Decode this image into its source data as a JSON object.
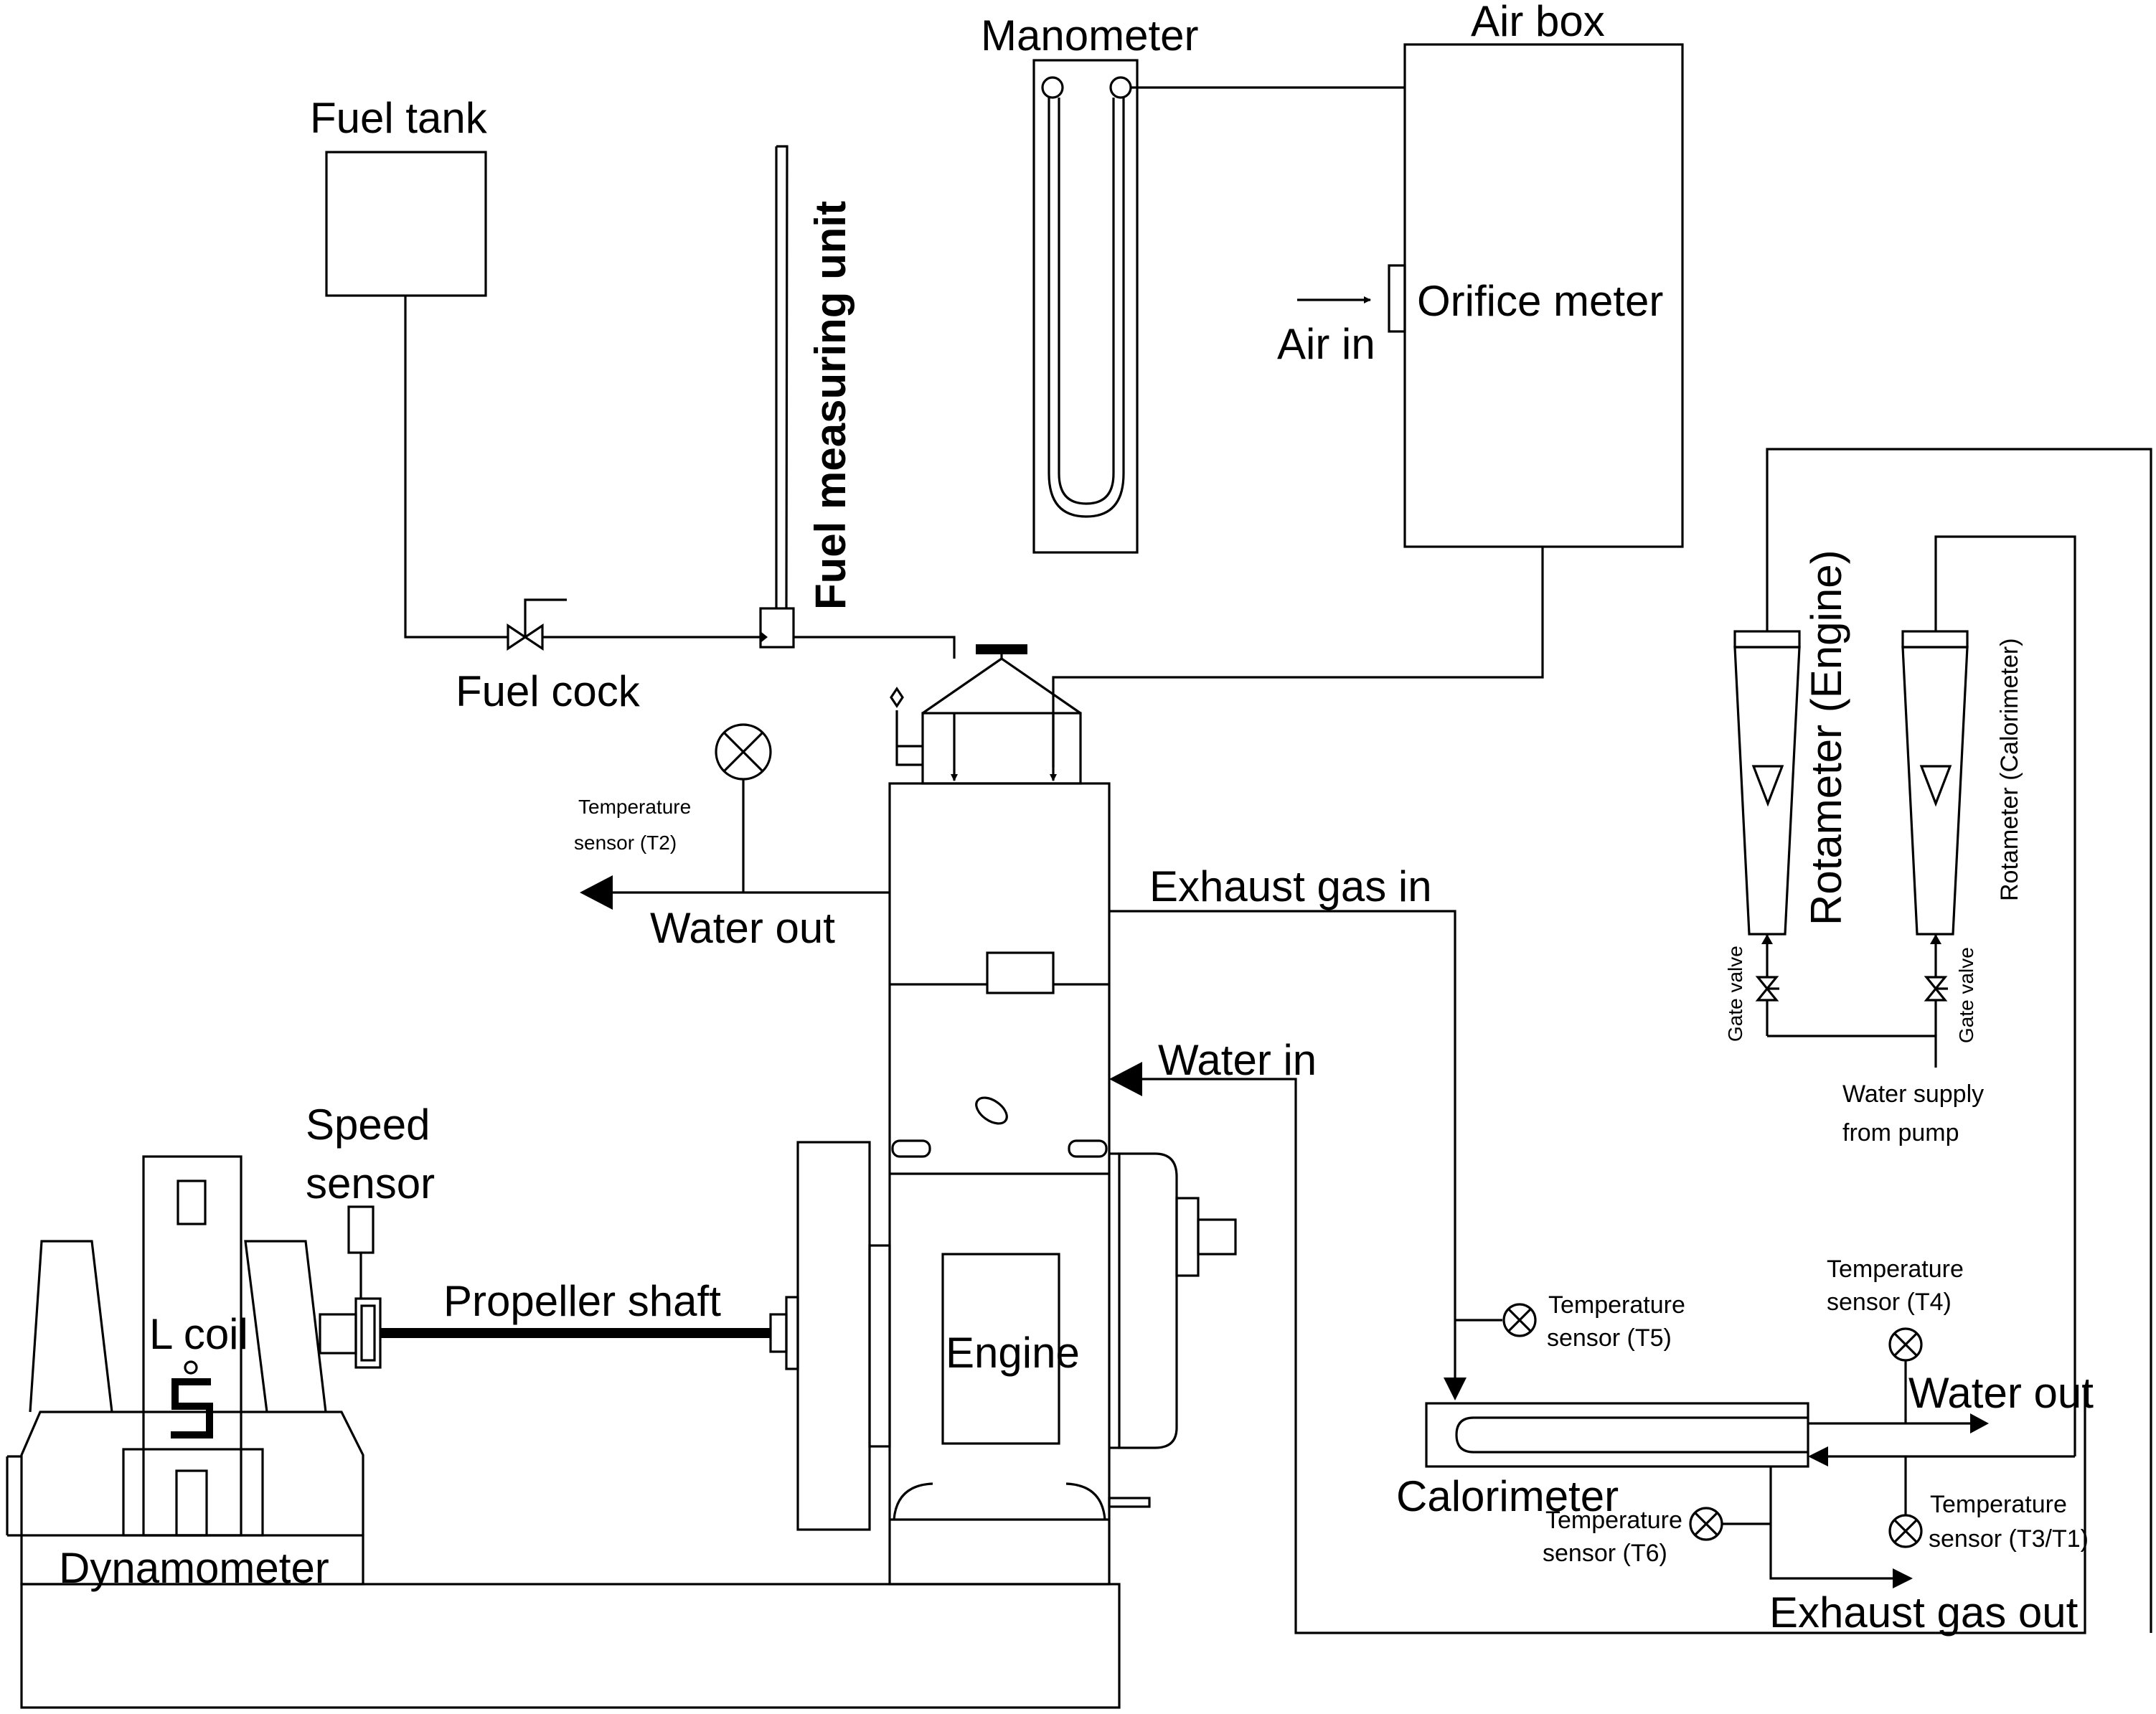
{
  "labels": {
    "fuel_tank": "Fuel tank",
    "fuel_measuring_unit": "Fuel measuring unit",
    "manometer": "Manometer",
    "air_box": "Air box",
    "orifice_meter": "Orifice meter",
    "air_in": "Air in",
    "fuel_cock": "Fuel cock",
    "temp_t2": [
      "Temperature",
      "sensor (T2)"
    ],
    "water_out_engine": "Water out",
    "exhaust_gas_in": "Exhaust gas in",
    "water_in": "Water in",
    "speed_sensor": [
      "Speed",
      "sensor"
    ],
    "propeller_shaft": "Propeller shaft",
    "l_coil": "L coil",
    "engine": "Engine",
    "dynamometer": "Dynamometer",
    "rotameter_engine": "Rotameter (Engine)",
    "rotameter_calorimeter": "Rotameter (Calorimeter)",
    "gate_valve_left": "Gate valve",
    "gate_valve_right": "Gate valve",
    "water_supply": [
      "Water supply",
      "from pump"
    ],
    "temp_t5": [
      "Temperature",
      "sensor (T5)"
    ],
    "temp_t4": [
      "Temperature",
      "sensor (T4)"
    ],
    "water_out_cal": "Water out",
    "calorimeter": "Calorimeter",
    "temp_t6": [
      "Temperature",
      "sensor (T6)"
    ],
    "temp_t3t1": [
      "Temperature",
      "sensor (T3/T1)"
    ],
    "exhaust_gas_out": "Exhaust gas out"
  }
}
